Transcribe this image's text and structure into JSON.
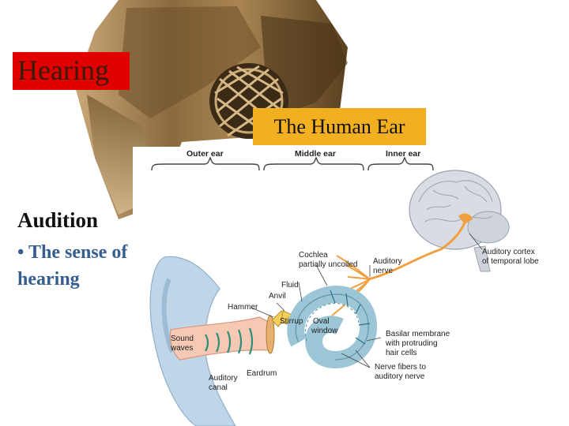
{
  "slide": {
    "title": "Hearing",
    "caption": "The Human Ear",
    "heading": "Audition",
    "bullet": {
      "marker": "•",
      "text": "The sense of hearing"
    }
  },
  "diagram": {
    "sections": {
      "outer": "Outer ear",
      "middle": "Middle ear",
      "inner": "Inner ear"
    },
    "labels": {
      "cochlea_1": "Cochlea",
      "cochlea_2": "partially uncoiled",
      "auditory_nerve_1": "Auditory",
      "auditory_nerve_2": "nerve",
      "auditory_cortex_1": "Auditory cortex",
      "auditory_cortex_2": "of temporal lobe",
      "fluid": "Fluid",
      "anvil": "Anvil",
      "hammer": "Hammer",
      "stirrup": "Stirrup",
      "oval_window_1": "Oval",
      "oval_window_2": "window",
      "sound_waves_1": "Sound",
      "sound_waves_2": "waves",
      "basilar_1": "Basilar membrane",
      "basilar_2": "with protruding",
      "basilar_3": "hair cells",
      "auditory_canal_1": "Auditory",
      "auditory_canal_2": "canal",
      "eardrum": "Eardrum",
      "nerve_fibers_1": "Nerve fibers to",
      "nerve_fibers_2": "auditory nerve"
    }
  },
  "colors": {
    "title_bg": "#e00000",
    "caption_bg": "#f2b020",
    "bullet_text": "#355e8f",
    "nerve": "#f0a040",
    "ear_tissue": "#bfd6e8"
  },
  "icons": {
    "background": "gramophone-horn-image",
    "brain": "brain-icon",
    "ear": "ear-anatomy-icon"
  }
}
